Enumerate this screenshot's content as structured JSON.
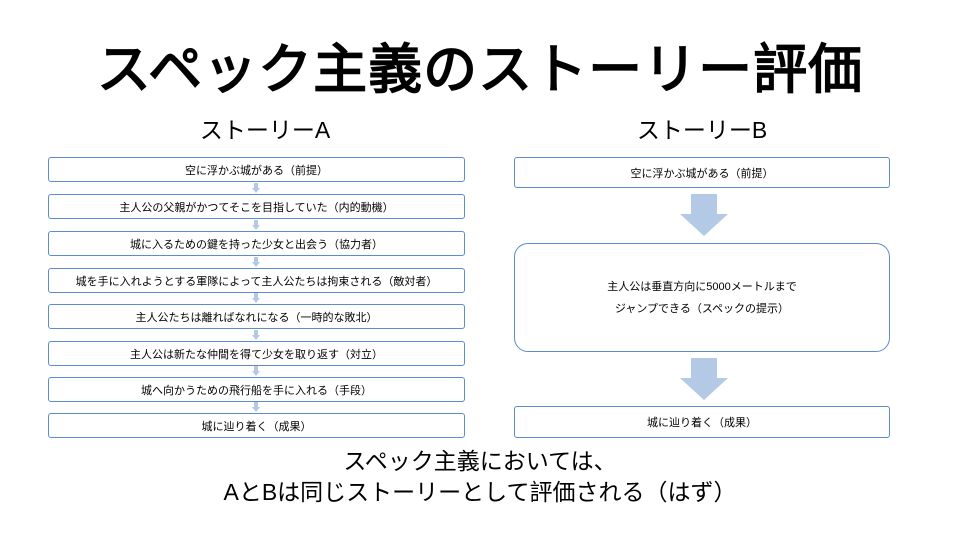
{
  "title": "スペック主義のストーリー評価",
  "story_a": {
    "label": "ストーリーA",
    "steps": [
      "空に浮かぶ城がある（前提）",
      "主人公の父親がかつてそこを目指していた（内的動機）",
      "城に入るための鍵を持った少女と出会う（協力者）",
      "城を手に入れようとする軍隊によって主人公たちは拘束される（敵対者）",
      "主人公たちは離ればなれになる（一時的な敗北）",
      "主人公は新たな仲間を得て少女を取り返す（対立）",
      "城へ向かうための飛行船を手に入れる（手段）",
      "城に辿り着く（成果）"
    ]
  },
  "story_b": {
    "label": "ストーリーB",
    "step1": "空に浮かぶ城がある（前提）",
    "step2_line1": "主人公は垂直方向に5000メートルまで",
    "step2_line2": "ジャンプできる（スペックの提示）",
    "step3": "城に辿り着く（成果）"
  },
  "conclusion": {
    "line1": "スペック主義においては、",
    "line2": "AとBは同じストーリーとして評価される（はず）"
  },
  "colors": {
    "border": "#5b8ccf",
    "arrow": "#b4c9e6"
  }
}
